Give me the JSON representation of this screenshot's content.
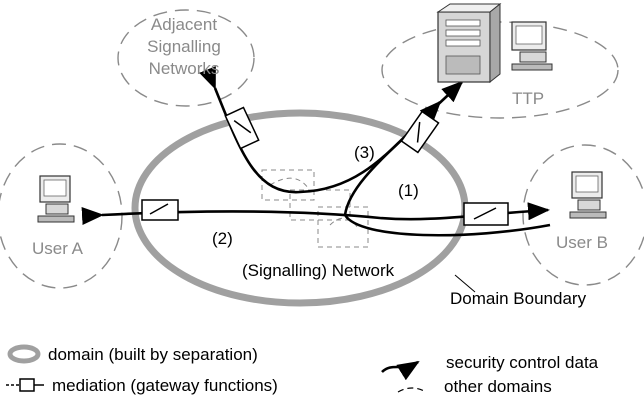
{
  "diagram": {
    "labels": {
      "adjacent_networks": [
        "Adjacent",
        "Signalling",
        "Networks"
      ],
      "ttp": "TTP",
      "user_a": "User A",
      "user_b": "User B",
      "network": "(Signalling) Network",
      "domain_boundary": "Domain Boundary",
      "path_1": "(1)",
      "path_2": "(2)",
      "path_3": "(3)"
    },
    "colors": {
      "domain_ring": "#a0a0a0",
      "other_domain": "#8a8a8a",
      "control_data": "#000000"
    },
    "icons": [
      "server-icon",
      "computer-icon",
      "gateway-icon",
      "arrow-icon"
    ]
  },
  "legend": {
    "domain": "domain (built by separation)",
    "mediation": "mediation (gateway functions)",
    "control_data": "security control data",
    "other_domains": "other domains"
  }
}
